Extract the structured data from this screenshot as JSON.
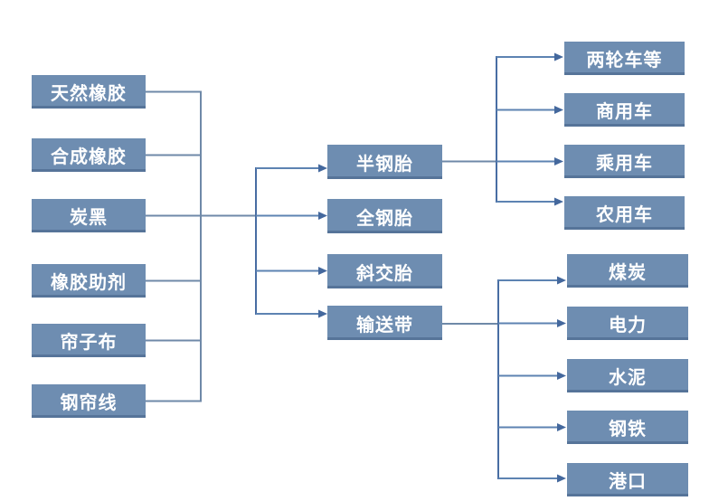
{
  "diagram": {
    "type": "flowchart",
    "background_color": "#ffffff",
    "node_fill_color": "#6e8db1",
    "node_text_color": "#ffffff",
    "connector_color": "#6f89a8",
    "bus_color": "#486da3",
    "arrow_shaft_color": "#5d83b2",
    "arrowhead_color": "#44689d",
    "materials": [
      "天然橡胶",
      "合成橡胶",
      "炭黑",
      "橡胶助剂",
      "帘子布",
      "钢帘线"
    ],
    "products": [
      "半钢胎",
      "全钢胎",
      "斜交胎",
      "输送带"
    ],
    "tire_end_markets": [
      "两轮车等",
      "商用车",
      "乘用车",
      "农用车"
    ],
    "conveyor_end_markets": [
      "煤炭",
      "电力",
      "水泥",
      "钢铁",
      "港口"
    ]
  }
}
